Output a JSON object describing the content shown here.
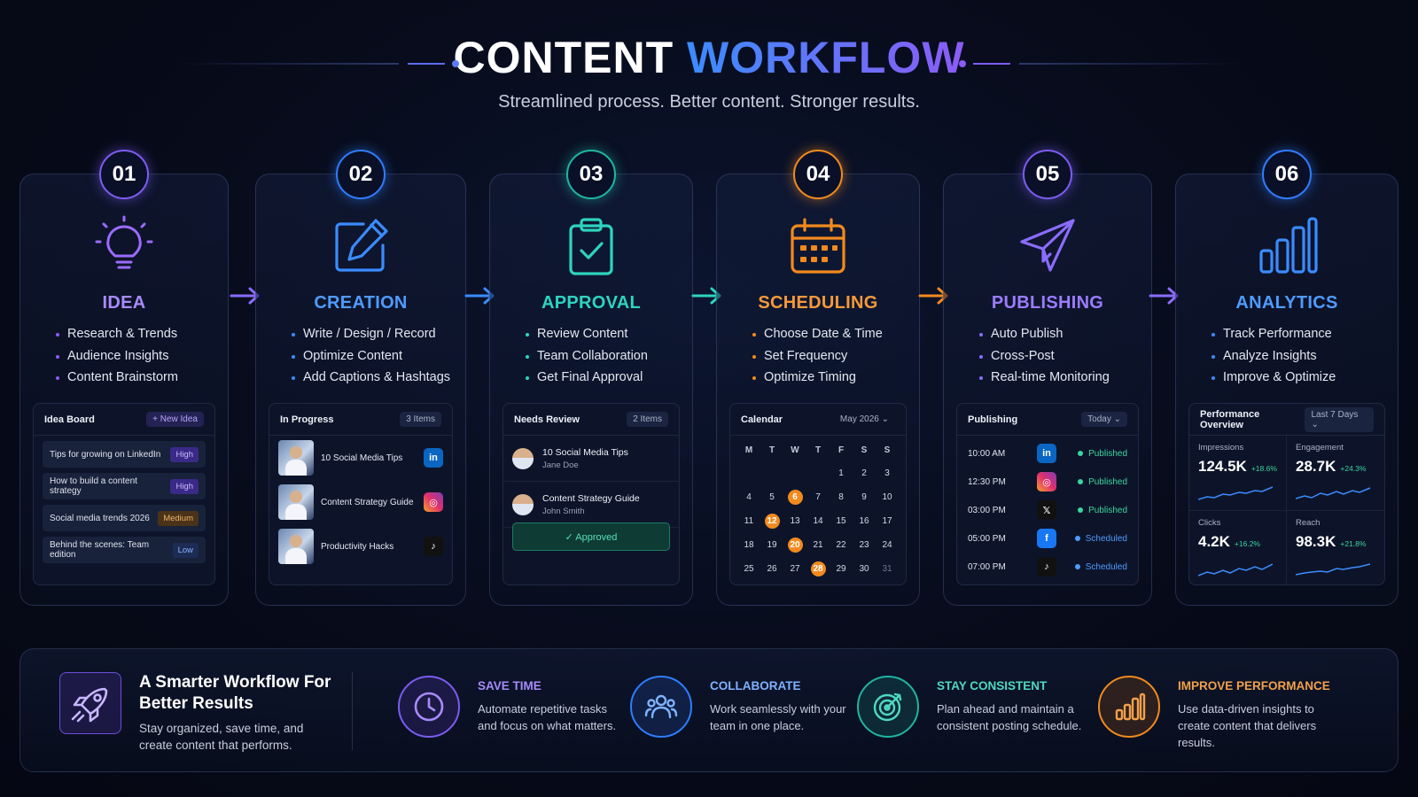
{
  "header": {
    "title_main": "CONTENT",
    "title_accent": "WORKFLOW",
    "subtitle": "Streamlined process. Better content. Stronger results."
  },
  "colors": {
    "idea": "#8b5cf6",
    "creation": "#3b8cff",
    "approval": "#2dd4bf",
    "scheduling": "#f28a1e",
    "publishing": "#8b6cff",
    "analytics": "#3b8cff"
  },
  "stages": [
    {
      "number": "01",
      "name": "IDEA",
      "icon": "lightbulb-icon",
      "bullets": [
        "Research & Trends",
        "Audience Insights",
        "Content Brainstorm"
      ],
      "panel": {
        "title": "Idea Board",
        "action": "+ New Idea",
        "items": [
          {
            "text": "Tips for growing on LinkedIn",
            "priority": "High"
          },
          {
            "text": "How to build a content strategy",
            "priority": "High"
          },
          {
            "text": "Social media trends 2026",
            "priority": "Medium"
          },
          {
            "text": "Behind the scenes: Team edition",
            "priority": "Low"
          }
        ]
      }
    },
    {
      "number": "02",
      "name": "CREATION",
      "icon": "edit-icon",
      "bullets": [
        "Write / Design / Record",
        "Optimize Content",
        "Add Captions & Hashtags"
      ],
      "panel": {
        "title": "In Progress",
        "count": "3 Items",
        "items": [
          {
            "text": "10 Social Media Tips",
            "social": "in"
          },
          {
            "text": "Content Strategy Guide",
            "social": "◎"
          },
          {
            "text": "Productivity Hacks",
            "social": "♪"
          }
        ]
      }
    },
    {
      "number": "03",
      "name": "APPROVAL",
      "icon": "clipboard-check-icon",
      "bullets": [
        "Review Content",
        "Team Collaboration",
        "Get Final Approval"
      ],
      "panel": {
        "title": "Needs Review",
        "count": "2 Items",
        "items": [
          {
            "title": "10 Social Media Tips",
            "author": "Jane Doe"
          },
          {
            "title": "Content Strategy Guide",
            "author": "John Smith"
          }
        ],
        "button": "✓  Approved"
      }
    },
    {
      "number": "04",
      "name": "SCHEDULING",
      "icon": "calendar-icon",
      "bullets": [
        "Choose Date & Time",
        "Set Frequency",
        "Optimize Timing"
      ],
      "panel": {
        "title": "Calendar",
        "month": "May 2026 ⌄",
        "weekdays": [
          "M",
          "T",
          "W",
          "T",
          "F",
          "S",
          "S"
        ],
        "highlighted": [
          6,
          12,
          20,
          28
        ]
      }
    },
    {
      "number": "05",
      "name": "PUBLISHING",
      "icon": "paper-plane-icon",
      "bullets": [
        "Auto Publish",
        "Cross-Post",
        "Real-time Monitoring"
      ],
      "panel": {
        "title": "Publishing",
        "filter": "Today ⌄",
        "items": [
          {
            "time": "10:00 AM",
            "social": "in",
            "status": "Published"
          },
          {
            "time": "12:30 PM",
            "social": "◎",
            "status": "Published"
          },
          {
            "time": "03:00 PM",
            "social": "𝕏",
            "status": "Published"
          },
          {
            "time": "05:00 PM",
            "social": "f",
            "status": "Scheduled"
          },
          {
            "time": "07:00 PM",
            "social": "♪",
            "status": "Scheduled"
          }
        ]
      }
    },
    {
      "number": "06",
      "name": "ANALYTICS",
      "icon": "bar-chart-icon",
      "bullets": [
        "Track Performance",
        "Analyze Insights",
        "Improve & Optimize"
      ],
      "panel": {
        "title": "Performance Overview",
        "filter": "Last 7 Days ⌄",
        "metrics": [
          {
            "label": "Impressions",
            "value": "124.5K",
            "delta": "+18.6%"
          },
          {
            "label": "Engagement",
            "value": "28.7K",
            "delta": "+24.3%"
          },
          {
            "label": "Clicks",
            "value": "4.2K",
            "delta": "+16.2%"
          },
          {
            "label": "Reach",
            "value": "98.3K",
            "delta": "+21.8%"
          }
        ]
      }
    }
  ],
  "footer": {
    "heading": "A Smarter Workflow For Better Results",
    "description": "Stay organized, save time, and create content that performs.",
    "features": [
      {
        "title": "SAVE TIME",
        "description": "Automate repetitive tasks and focus on what matters.",
        "icon": "clock-icon",
        "color": "#a78bfa"
      },
      {
        "title": "COLLABORATE",
        "description": "Work seamlessly with your team in one place.",
        "icon": "team-icon",
        "color": "#7fb2ff"
      },
      {
        "title": "STAY CONSISTENT",
        "description": "Plan ahead and maintain a consistent posting schedule.",
        "icon": "target-icon",
        "color": "#4fd8c4"
      },
      {
        "title": "IMPROVE PERFORMANCE",
        "description": "Use data-driven insights to create content that delivers results.",
        "icon": "bar-chart-icon",
        "color": "#f2a04a"
      }
    ]
  }
}
